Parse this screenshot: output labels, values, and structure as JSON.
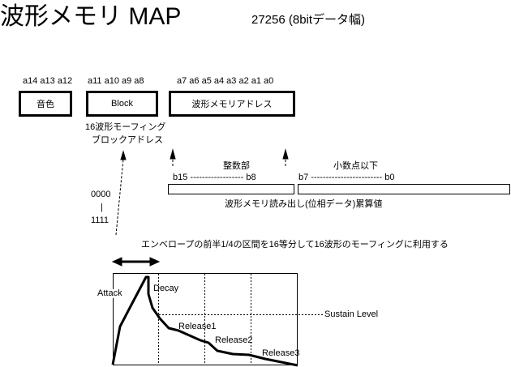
{
  "title": "波形メモリ MAP",
  "subtitle": "27256 (8bitデータ幅)",
  "address_groups": [
    {
      "bits": "a14 a13 a12",
      "label": "音色"
    },
    {
      "bits": "a11 a10 a9  a8",
      "label": "Block"
    },
    {
      "bits": "a7  a6  a5  a4  a3  a2  a1  a0",
      "label": "波形メモリアドレス"
    }
  ],
  "block_note": [
    "16波形モーフィング",
    "ブロックアドレス"
  ],
  "accumulator": {
    "integer_label": "整数部",
    "integer_range": "b15  ------------------  b8",
    "fraction_label": "小数点以下",
    "fraction_range": "b7  ------------------------  b0",
    "caption": "波形メモリ読み出し(位相データ)累算値"
  },
  "block_values": [
    "0000",
    "|",
    "1111"
  ],
  "envelope_note": "エンベロープの前半1/4の区間を16等分して16波形のモーフィングに利用する",
  "envelope_labels": {
    "attack": "Attack",
    "decay": "Decay",
    "sustain": "Sustain Level",
    "release1": "Release1",
    "release2": "Release2",
    "release3": "Release3"
  }
}
